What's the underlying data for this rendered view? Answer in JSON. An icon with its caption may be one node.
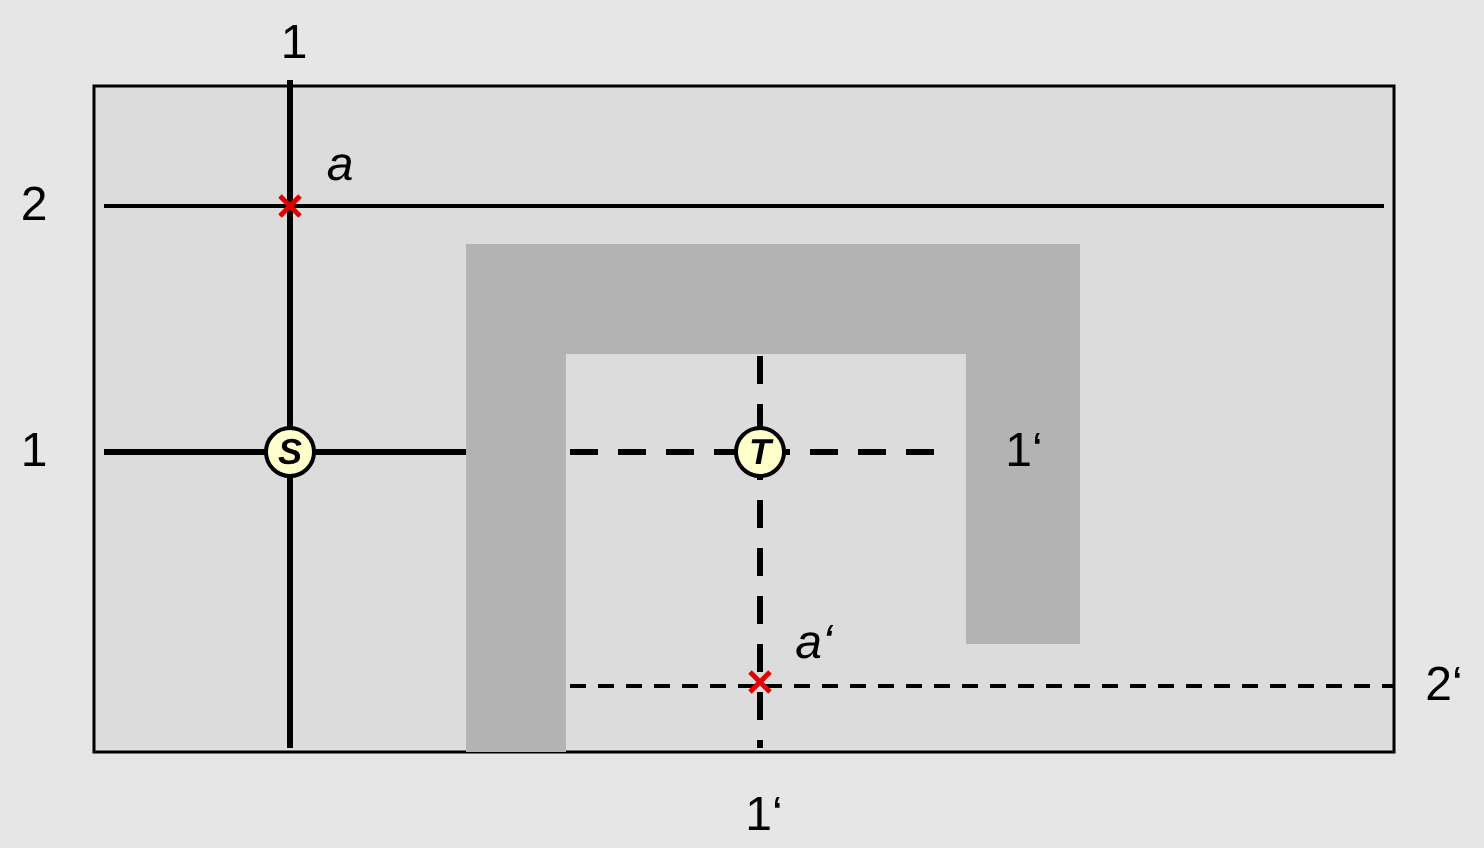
{
  "diagram": {
    "nodes": [
      {
        "text": [
          "S"
        ]
      },
      {
        "text": [
          "T"
        ]
      }
    ],
    "labels": [
      "1",
      "2",
      "a",
      "1",
      "1‘",
      "a‘",
      "2‘",
      "1‘"
    ]
  }
}
